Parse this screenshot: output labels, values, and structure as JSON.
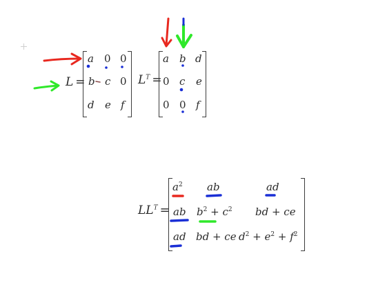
{
  "matrix_L": {
    "label": "L",
    "equals": "=",
    "rows": [
      [
        "a",
        "0",
        "0"
      ],
      [
        "b",
        "c",
        "0"
      ],
      [
        "d",
        "e",
        "f"
      ]
    ]
  },
  "matrix_LT": {
    "label": "L",
    "sup": "T",
    "equals": "=",
    "rows": [
      [
        "a",
        "b",
        "d"
      ],
      [
        "0",
        "c",
        "e"
      ],
      [
        "0",
        "0",
        "f"
      ]
    ]
  },
  "product": {
    "label": "LL",
    "sup": "T",
    "equals": "=",
    "r1c1": "a",
    "r1c1_sup": "2",
    "r1c2": "ab",
    "r1c3": "ad",
    "r2c1": "ab",
    "r2c2_a": "b",
    "r2c2_sup1": "2",
    "r2c2_plus": " + ",
    "r2c2_b": "c",
    "r2c2_sup2": "2",
    "r2c3": "bd + ce",
    "r3c1": "ad",
    "r3c2": "bd + ce",
    "r3c3_a": "d",
    "r3c3_sup1": "2",
    "r3c3_p1": " + ",
    "r3c3_b": "e",
    "r3c3_sup2": "2",
    "r3c3_p2": " + ",
    "r3c3_c": "f",
    "r3c3_sup3": "2"
  },
  "annotation_colors": {
    "red": "#e8281f",
    "green": "#2fe82a",
    "blue": "#1a2fd6"
  }
}
